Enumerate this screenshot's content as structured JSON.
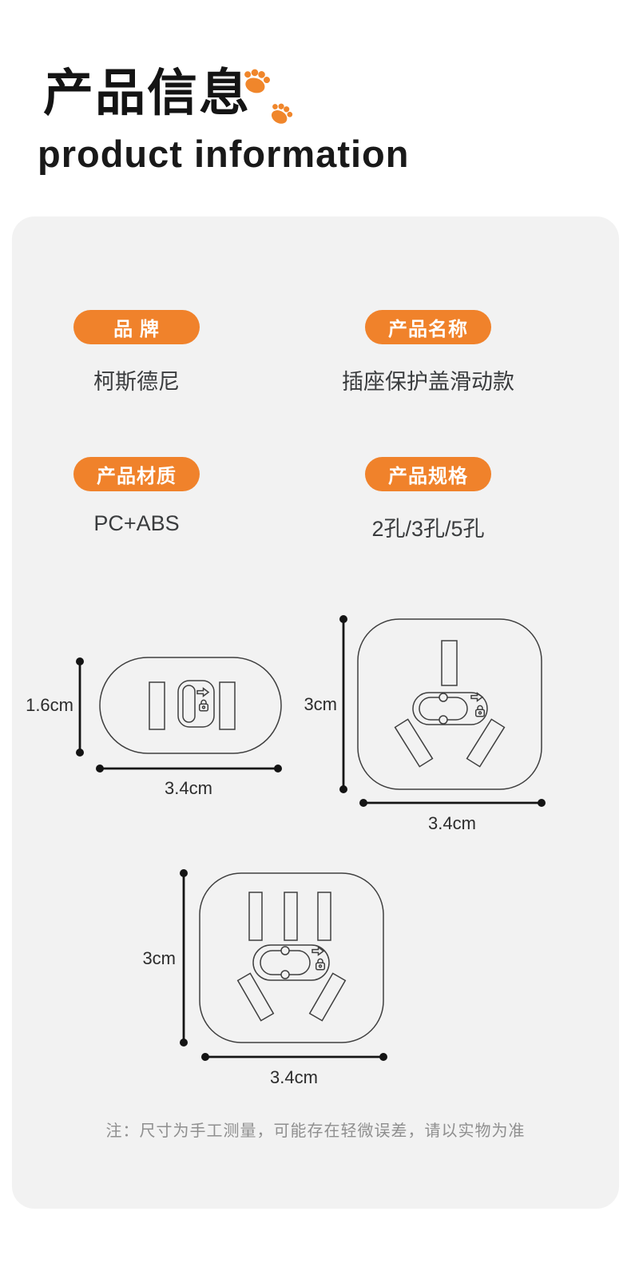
{
  "header": {
    "title_zh": "产品信息",
    "title_en": "product information"
  },
  "specs": [
    {
      "label": "品 牌",
      "value": "柯斯德尼"
    },
    {
      "label": "产品名称",
      "value": "插座保护盖滑动款"
    },
    {
      "label": "产品材质",
      "value": "PC+ABS"
    },
    {
      "label": "产品规格",
      "value": "2孔/3孔/5孔"
    }
  ],
  "diagrams": [
    {
      "name": "two-hole-cover",
      "height_label": "1.6cm",
      "width_label": "3.4cm"
    },
    {
      "name": "three-hole-cover",
      "height_label": "3cm",
      "width_label": "3.4cm"
    },
    {
      "name": "five-hole-cover",
      "height_label": "3cm",
      "width_label": "3.4cm"
    }
  ],
  "note": "注：尺寸为手工测量，可能存在轻微误差，请以实物为准",
  "colors": {
    "accent_orange": "#F0822B",
    "paw_orange": "#F0862B",
    "card_bg": "#F2F2F2"
  }
}
